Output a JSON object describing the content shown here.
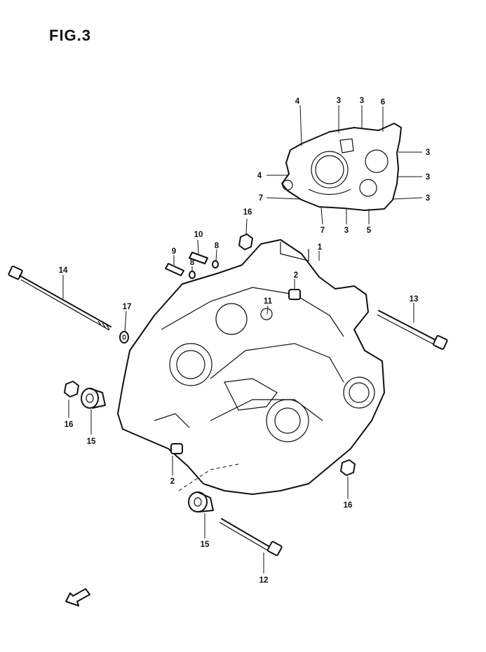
{
  "figure_title": "FIG.3",
  "callouts": [
    {
      "id": "c-4a",
      "text": "4"
    },
    {
      "id": "c-3a",
      "text": "3"
    },
    {
      "id": "c-3b",
      "text": "3"
    },
    {
      "id": "c-6",
      "text": "6"
    },
    {
      "id": "c-3c",
      "text": "3"
    },
    {
      "id": "c-4b",
      "text": "4"
    },
    {
      "id": "c-3d",
      "text": "3"
    },
    {
      "id": "c-7a",
      "text": "7"
    },
    {
      "id": "c-3e",
      "text": "3"
    },
    {
      "id": "c-7b",
      "text": "7"
    },
    {
      "id": "c-3f",
      "text": "3"
    },
    {
      "id": "c-5",
      "text": "5"
    },
    {
      "id": "c-16a",
      "text": "16"
    },
    {
      "id": "c-10",
      "text": "10"
    },
    {
      "id": "c-1",
      "text": "1"
    },
    {
      "id": "c-9",
      "text": "9"
    },
    {
      "id": "c-8a",
      "text": "8"
    },
    {
      "id": "c-8b",
      "text": "8"
    },
    {
      "id": "c-14",
      "text": "14"
    },
    {
      "id": "c-2a",
      "text": "2"
    },
    {
      "id": "c-11",
      "text": "11"
    },
    {
      "id": "c-17",
      "text": "17"
    },
    {
      "id": "c-13",
      "text": "13"
    },
    {
      "id": "c-16b",
      "text": "16"
    },
    {
      "id": "c-15a",
      "text": "15"
    },
    {
      "id": "c-2b",
      "text": "2"
    },
    {
      "id": "c-16c",
      "text": "16"
    },
    {
      "id": "c-15b",
      "text": "15"
    },
    {
      "id": "c-12",
      "text": "12"
    }
  ]
}
